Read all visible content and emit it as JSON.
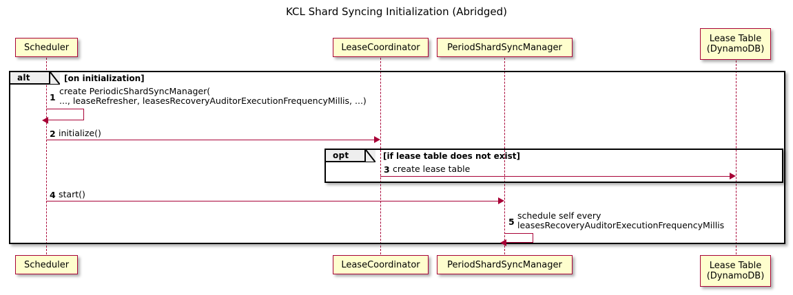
{
  "diagram": {
    "title": "KCL Shard Syncing Initialization (Abridged)",
    "type": "sequence-diagram",
    "colors": {
      "participant_fill": "#FEFECE",
      "participant_border": "#A80036",
      "arrow": "#A80036",
      "frame_border": "#000000",
      "frame_tab_fill": "#EEEEEE",
      "background": "#FFFFFF"
    }
  },
  "participants": [
    {
      "id": "scheduler",
      "label": "Scheduler"
    },
    {
      "id": "lease_coordinator",
      "label": "LeaseCoordinator"
    },
    {
      "id": "period_shard_sync_manager",
      "label": "PeriodShardSyncManager"
    },
    {
      "id": "lease_table",
      "label": "Lease Table\n(DynamoDB)"
    }
  ],
  "frames": [
    {
      "id": "alt",
      "keyword": "alt",
      "condition": "[on initialization]"
    },
    {
      "id": "opt",
      "keyword": "opt",
      "condition": "[if lease table does not exist]"
    }
  ],
  "messages": [
    {
      "number": "1",
      "text": "create PeriodicShardSyncManager(\n   ..., leaseRefresher, leasesRecoveryAuditorExecutionFrequencyMillis, ...)",
      "from": "scheduler",
      "to": "scheduler",
      "self": true
    },
    {
      "number": "2",
      "text": "initialize()",
      "from": "scheduler",
      "to": "lease_coordinator",
      "self": false
    },
    {
      "number": "3",
      "text": "create lease table",
      "from": "lease_coordinator",
      "to": "lease_table",
      "self": false
    },
    {
      "number": "4",
      "text": "start()",
      "from": "scheduler",
      "to": "period_shard_sync_manager",
      "self": false
    },
    {
      "number": "5",
      "text": "schedule self every\n   leasesRecoveryAuditorExecutionFrequencyMillis",
      "from": "period_shard_sync_manager",
      "to": "period_shard_sync_manager",
      "self": true
    }
  ]
}
